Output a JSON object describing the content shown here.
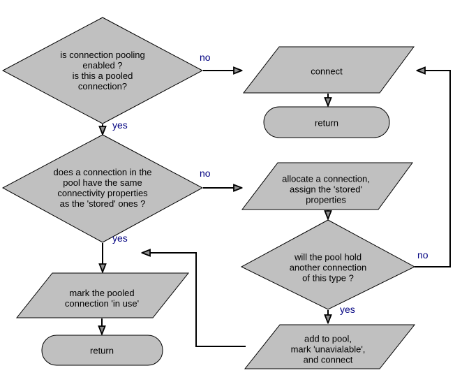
{
  "diagram": {
    "type": "flowchart",
    "background": "#ffffff",
    "shape_fill": "#c0c0c0",
    "shape_border": "#000000",
    "line_color": "#000000",
    "arrowhead_fill": "#8f8f8f",
    "label_color": "#000080"
  },
  "nodes": {
    "decision_pooling": {
      "shape": "decision-diamond",
      "text": "is connection pooling\nenabled ?\nis this a pooled\nconnection?"
    },
    "io_connect": {
      "shape": "parallelogram",
      "text": "connect"
    },
    "terminator_return_top": {
      "shape": "terminator",
      "text": "return"
    },
    "decision_properties": {
      "shape": "decision-diamond",
      "text": "does a connection in the\npool have the same\nconnectivity properties\nas the 'stored' ones ?"
    },
    "io_allocate": {
      "shape": "parallelogram",
      "text": "allocate a connection,\nassign the 'stored'\nproperties"
    },
    "decision_pool_hold": {
      "shape": "decision-diamond",
      "text": "will the pool hold\nanother connection\nof this type ?"
    },
    "io_mark_in_use": {
      "shape": "parallelogram",
      "text": "mark the pooled\nconnection 'in use'"
    },
    "terminator_return_bottom": {
      "shape": "terminator",
      "text": "return"
    },
    "io_add_to_pool": {
      "shape": "parallelogram",
      "text": "add to pool,\nmark 'unavialable',\nand connect"
    }
  },
  "edge_labels": {
    "pooling_no": "no",
    "pooling_yes": "yes",
    "properties_no": "no",
    "properties_yes": "yes",
    "pool_hold_no": "no",
    "pool_hold_yes": "yes"
  }
}
